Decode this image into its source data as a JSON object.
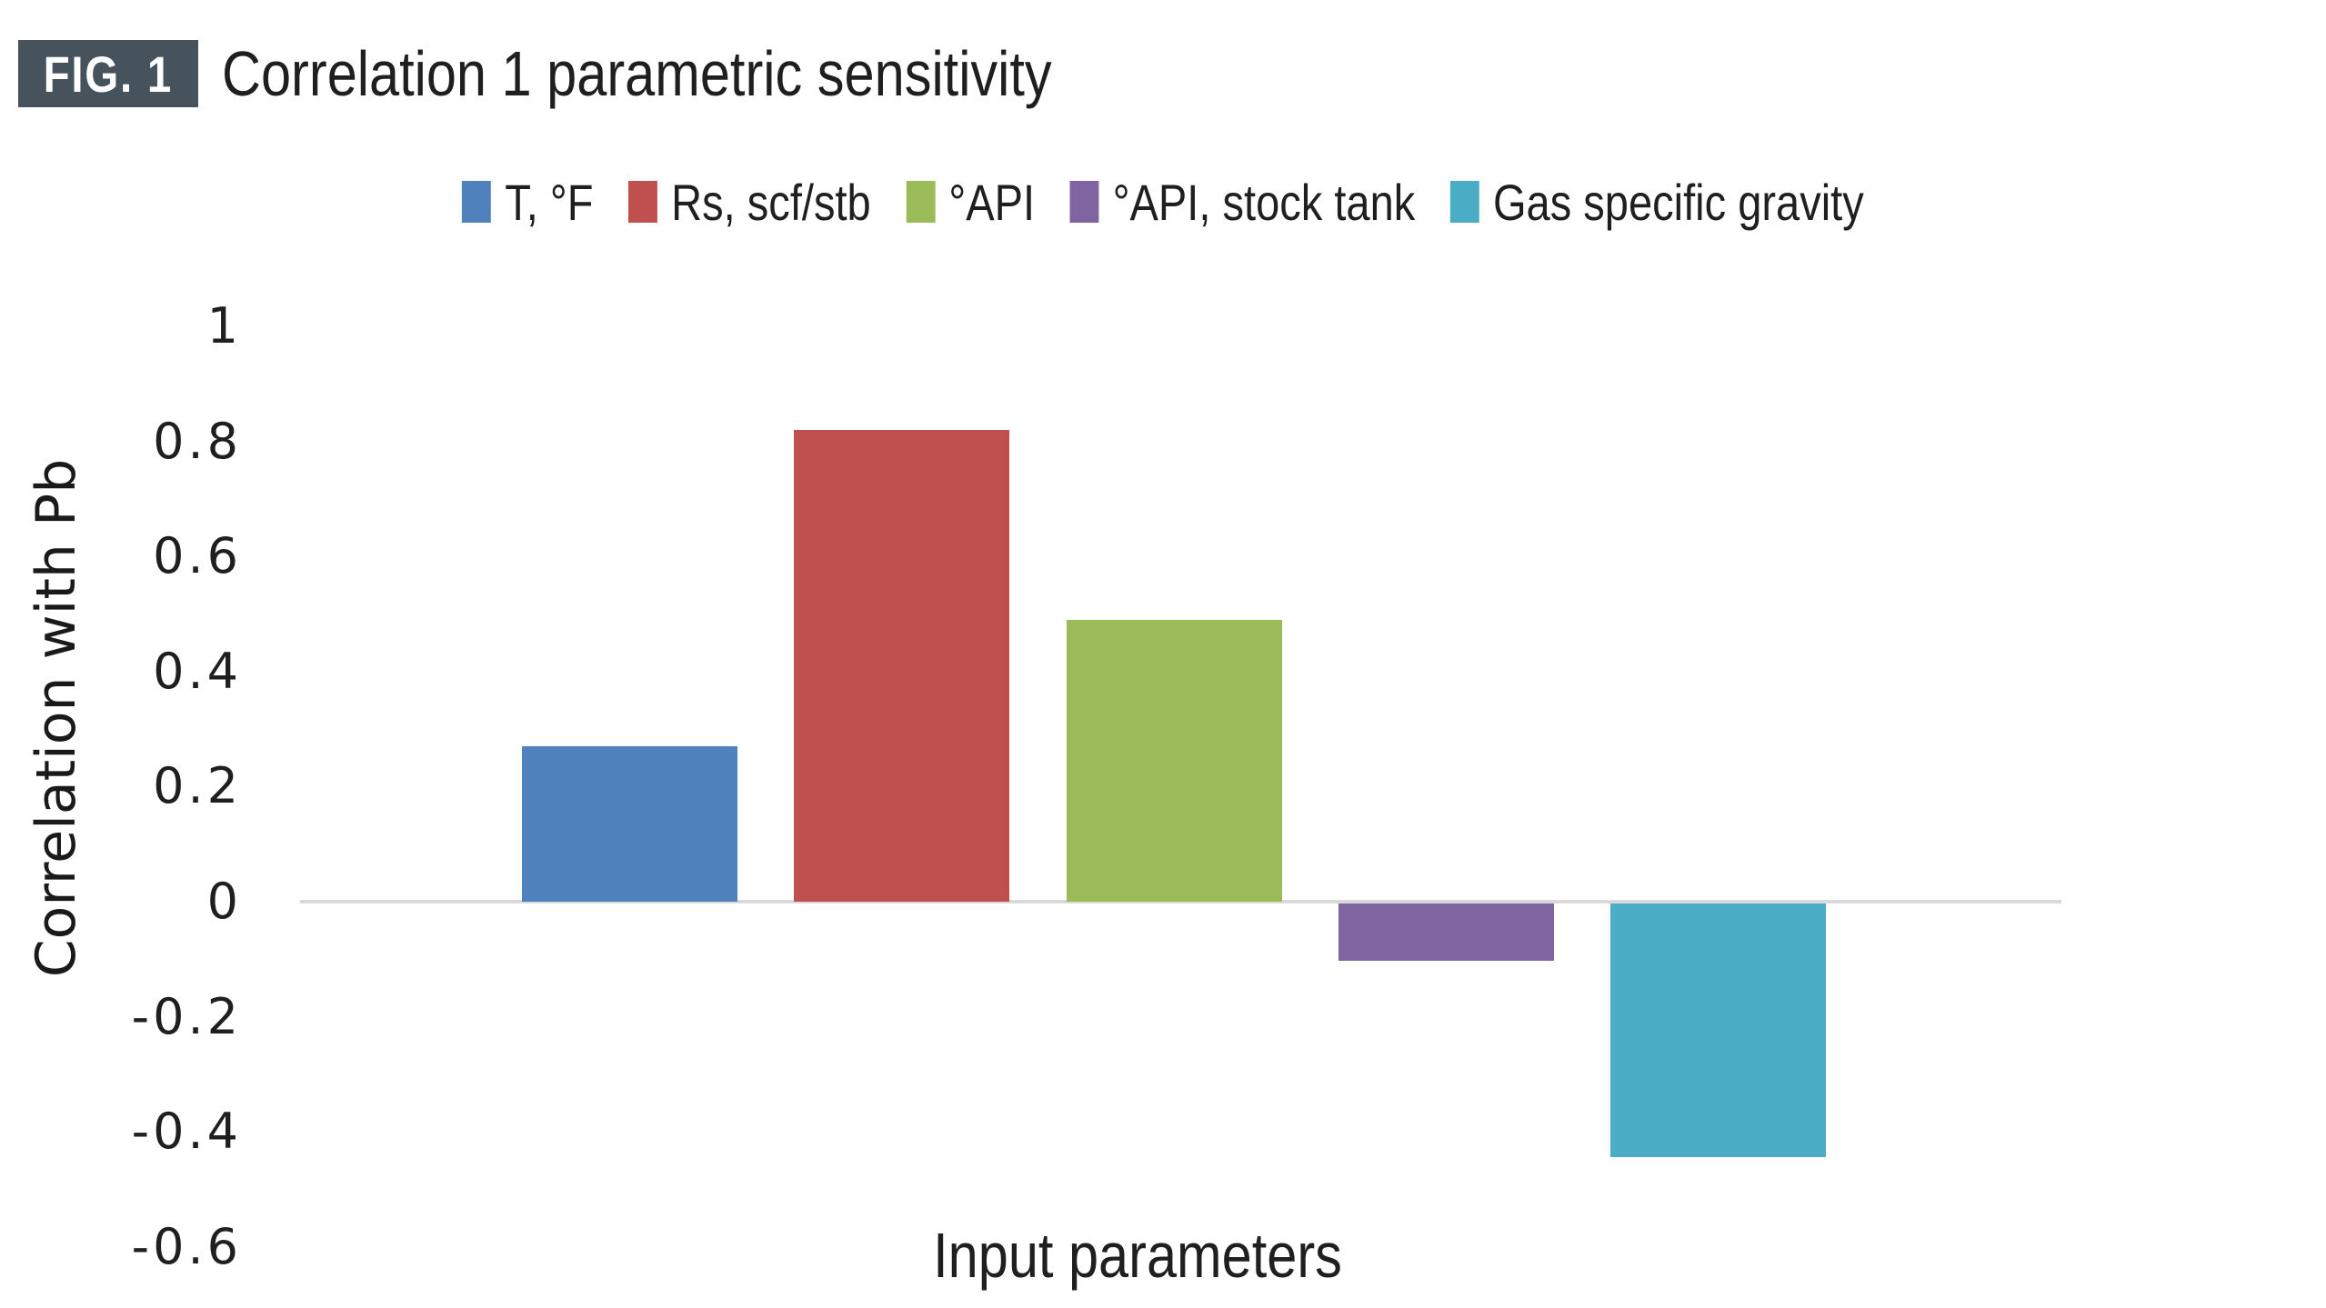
{
  "figure": {
    "badge_label": "FIG. 1",
    "title": "Correlation 1 parametric sensitivity"
  },
  "chart_data": {
    "type": "bar",
    "title": "Correlation 1 parametric sensitivity",
    "xlabel": "Input parameters",
    "ylabel": "Correlation with Pb",
    "categories": [
      "T, °F",
      "Rs, scf/stb",
      "°API",
      "°API, stock tank",
      "Gas specific gravity"
    ],
    "series": [
      {
        "name": "T, °F",
        "value": 0.27,
        "color": "#4F81BD"
      },
      {
        "name": "Rs, scf/stb",
        "value": 0.82,
        "color": "#C0504D"
      },
      {
        "name": "°API",
        "value": 0.49,
        "color": "#9BBB59"
      },
      {
        "name": "°API, stock tank",
        "value": -0.1,
        "color": "#8064A2"
      },
      {
        "name": "Gas specific gravity",
        "value": -0.44,
        "color": "#4BACC6"
      }
    ],
    "ylim": [
      -0.6,
      1
    ],
    "yticks": [
      1,
      0.8,
      0.6,
      0.4,
      0.2,
      0,
      -0.2,
      -0.4,
      -0.6
    ],
    "ytick_step": 0.2,
    "legend_position": "top",
    "grid": false,
    "zero_line_color": "#D9D9D9",
    "background": "#FFFFFF"
  }
}
